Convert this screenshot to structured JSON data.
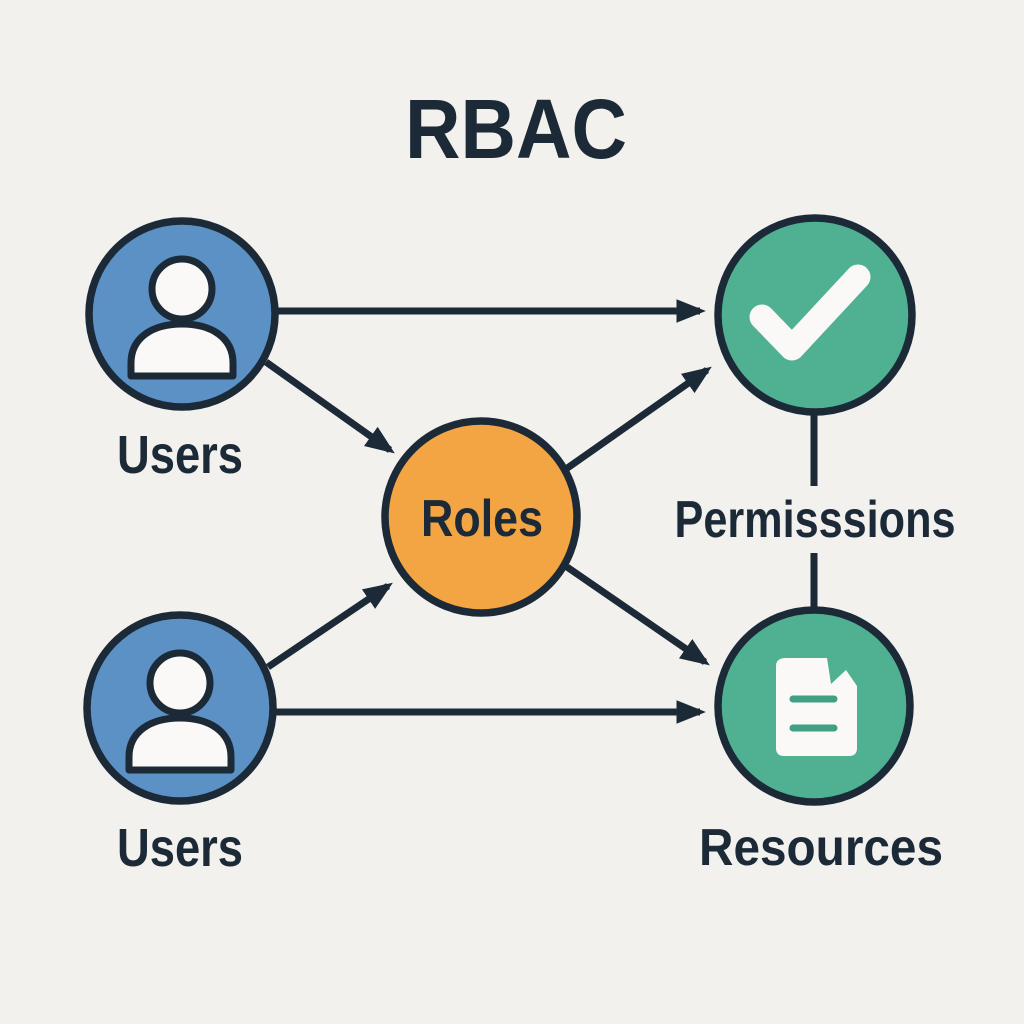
{
  "title": "RBAC",
  "colors": {
    "background": "#f2f1ee",
    "ink": "#1c2a38",
    "node_blue": "#5b91c5",
    "node_orange": "#f3a443",
    "node_green": "#4fb092",
    "icon_white": "#faf9f7",
    "doc_line_green": "#3fa083"
  },
  "nodes": {
    "users_top": {
      "label": "Users",
      "icon": "user-icon",
      "color": "#5b91c5"
    },
    "users_bottom": {
      "label": "Users",
      "icon": "user-icon",
      "color": "#5b91c5"
    },
    "roles": {
      "label": "Roles",
      "icon": null,
      "color": "#f3a443"
    },
    "permissions": {
      "label": "Permisssions",
      "icon": "checkmark-icon",
      "color": "#4fb092"
    },
    "resources": {
      "label": "Resources",
      "icon": "document-icon",
      "color": "#4fb092"
    }
  },
  "edges": [
    {
      "from": "users-top",
      "to": "permissions",
      "type": "arrow"
    },
    {
      "from": "users-top",
      "to": "roles",
      "type": "arrow"
    },
    {
      "from": "users-bottom",
      "to": "roles",
      "type": "arrow"
    },
    {
      "from": "users-bottom",
      "to": "resources",
      "type": "arrow"
    },
    {
      "from": "roles",
      "to": "permissions",
      "type": "arrow"
    },
    {
      "from": "roles",
      "to": "resources",
      "type": "arrow"
    },
    {
      "from": "permissions",
      "to": "resources",
      "type": "plain-line"
    }
  ]
}
